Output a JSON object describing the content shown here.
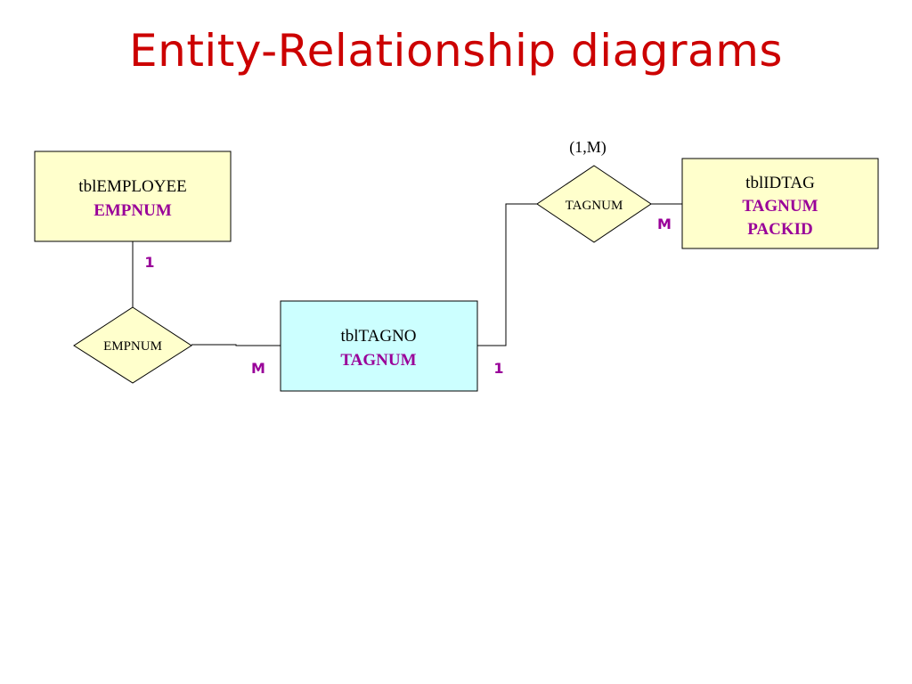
{
  "title": "Entity-Relationship diagrams",
  "entities": {
    "employee": {
      "name": "tblEMPLOYEE",
      "keys": [
        "EMPNUM"
      ]
    },
    "tagno": {
      "name": "tblTAGNO",
      "keys": [
        "TAGNUM"
      ]
    },
    "idtag": {
      "name": "tblIDTAG",
      "keys": [
        "TAGNUM",
        "PACKID"
      ]
    }
  },
  "relationships": {
    "empnum": {
      "label": "EMPNUM"
    },
    "tagnum": {
      "label": "TAGNUM",
      "note": "(1,M)"
    }
  },
  "cardinalities": {
    "employee_side": "1",
    "tagno_left": "M",
    "tagno_right": "1",
    "idtag_side": "M"
  },
  "colors": {
    "title": "#cc0000",
    "entity_fill": "#ffffcc",
    "highlight_entity_fill": "#ccffff",
    "key_text": "#990099"
  }
}
